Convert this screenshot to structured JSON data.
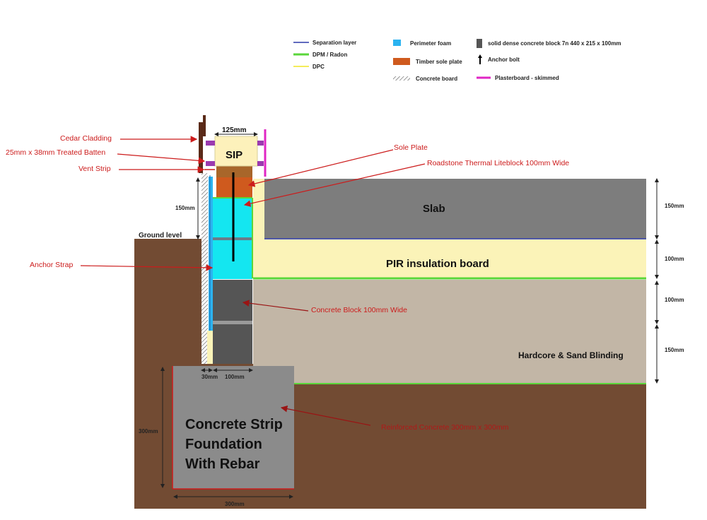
{
  "legend": {
    "separation_layer": "Separation layer",
    "dpm_radon": "DPM / Radon",
    "dpc": "DPC",
    "perimeter_foam": "Perimeter foam",
    "timber_sole_plate": "Timber sole plate",
    "concrete_board": "Concrete board",
    "solid_block": "solid dense concrete block 7n 440 x 215 x 100mm",
    "anchor_bolt": "Anchor bolt",
    "plasterboard": "Plasterboard - skimmed"
  },
  "labels": {
    "sip": "SIP",
    "slab": "Slab",
    "pir": "PIR insulation board",
    "hardcore": "Hardcore & Sand Blinding",
    "ground_level": "Ground level",
    "foundation_line1": "Concrete Strip",
    "foundation_line2": "Foundation",
    "foundation_line3": "With Rebar"
  },
  "callouts": {
    "cedar": "Cedar Cladding",
    "batten": "25mm x 38mm Treated Batten",
    "vent": "Vent Strip",
    "sole_plate": "Sole Plate",
    "roadstone": "Roadstone Thermal Liteblock 100mm Wide",
    "anchor_strap": "Anchor Strap",
    "concrete_block": "Concrete Block 100mm Wide",
    "reinforced": "Reinforced Concrete 300mm x 300mm"
  },
  "dims": {
    "top_125": "125mm",
    "left_150": "150mm",
    "right_150_slab": "150mm",
    "right_100_pir": "100mm",
    "right_100_hc": "100mm",
    "right_150_hc": "150mm",
    "bottom_30": "30mm",
    "bottom_100": "100mm",
    "found_300_left": "300mm",
    "found_300_bottom": "300mm"
  },
  "colors": {
    "earth": "#724b33",
    "slab": "#7d7d7d",
    "pir": "#fbf3b8",
    "hardcore": "#c2b6a6",
    "foundation": "#8b8b8b",
    "thermal_block": "#14e6f0",
    "concrete_block": "#555555",
    "sole_plate": "#cf5a1e",
    "sip": "#fdf1bb",
    "cedar": "#5a2a18",
    "dpm": "#5ad63a",
    "separation": "#2d3aa8",
    "plasterboard": "#e026c4",
    "callout": "#cc1b1b"
  }
}
